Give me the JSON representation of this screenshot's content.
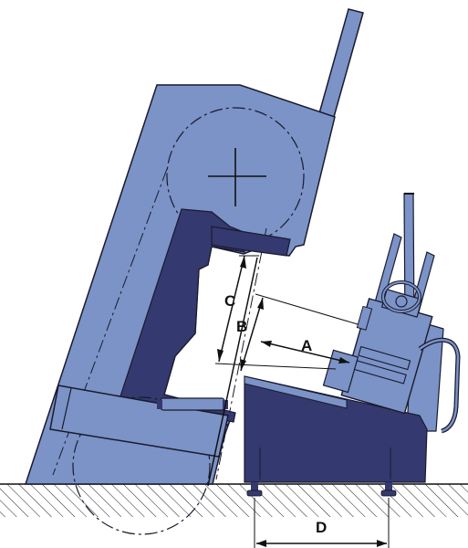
{
  "labels": {
    "a": "A",
    "b": "B",
    "c": "C",
    "d": "D"
  },
  "colors": {
    "frame": "#7b93c6",
    "dark": "#34396f",
    "outline": "#1a1a2e",
    "ground_hatch": "#222222",
    "background": "#ffffff"
  }
}
